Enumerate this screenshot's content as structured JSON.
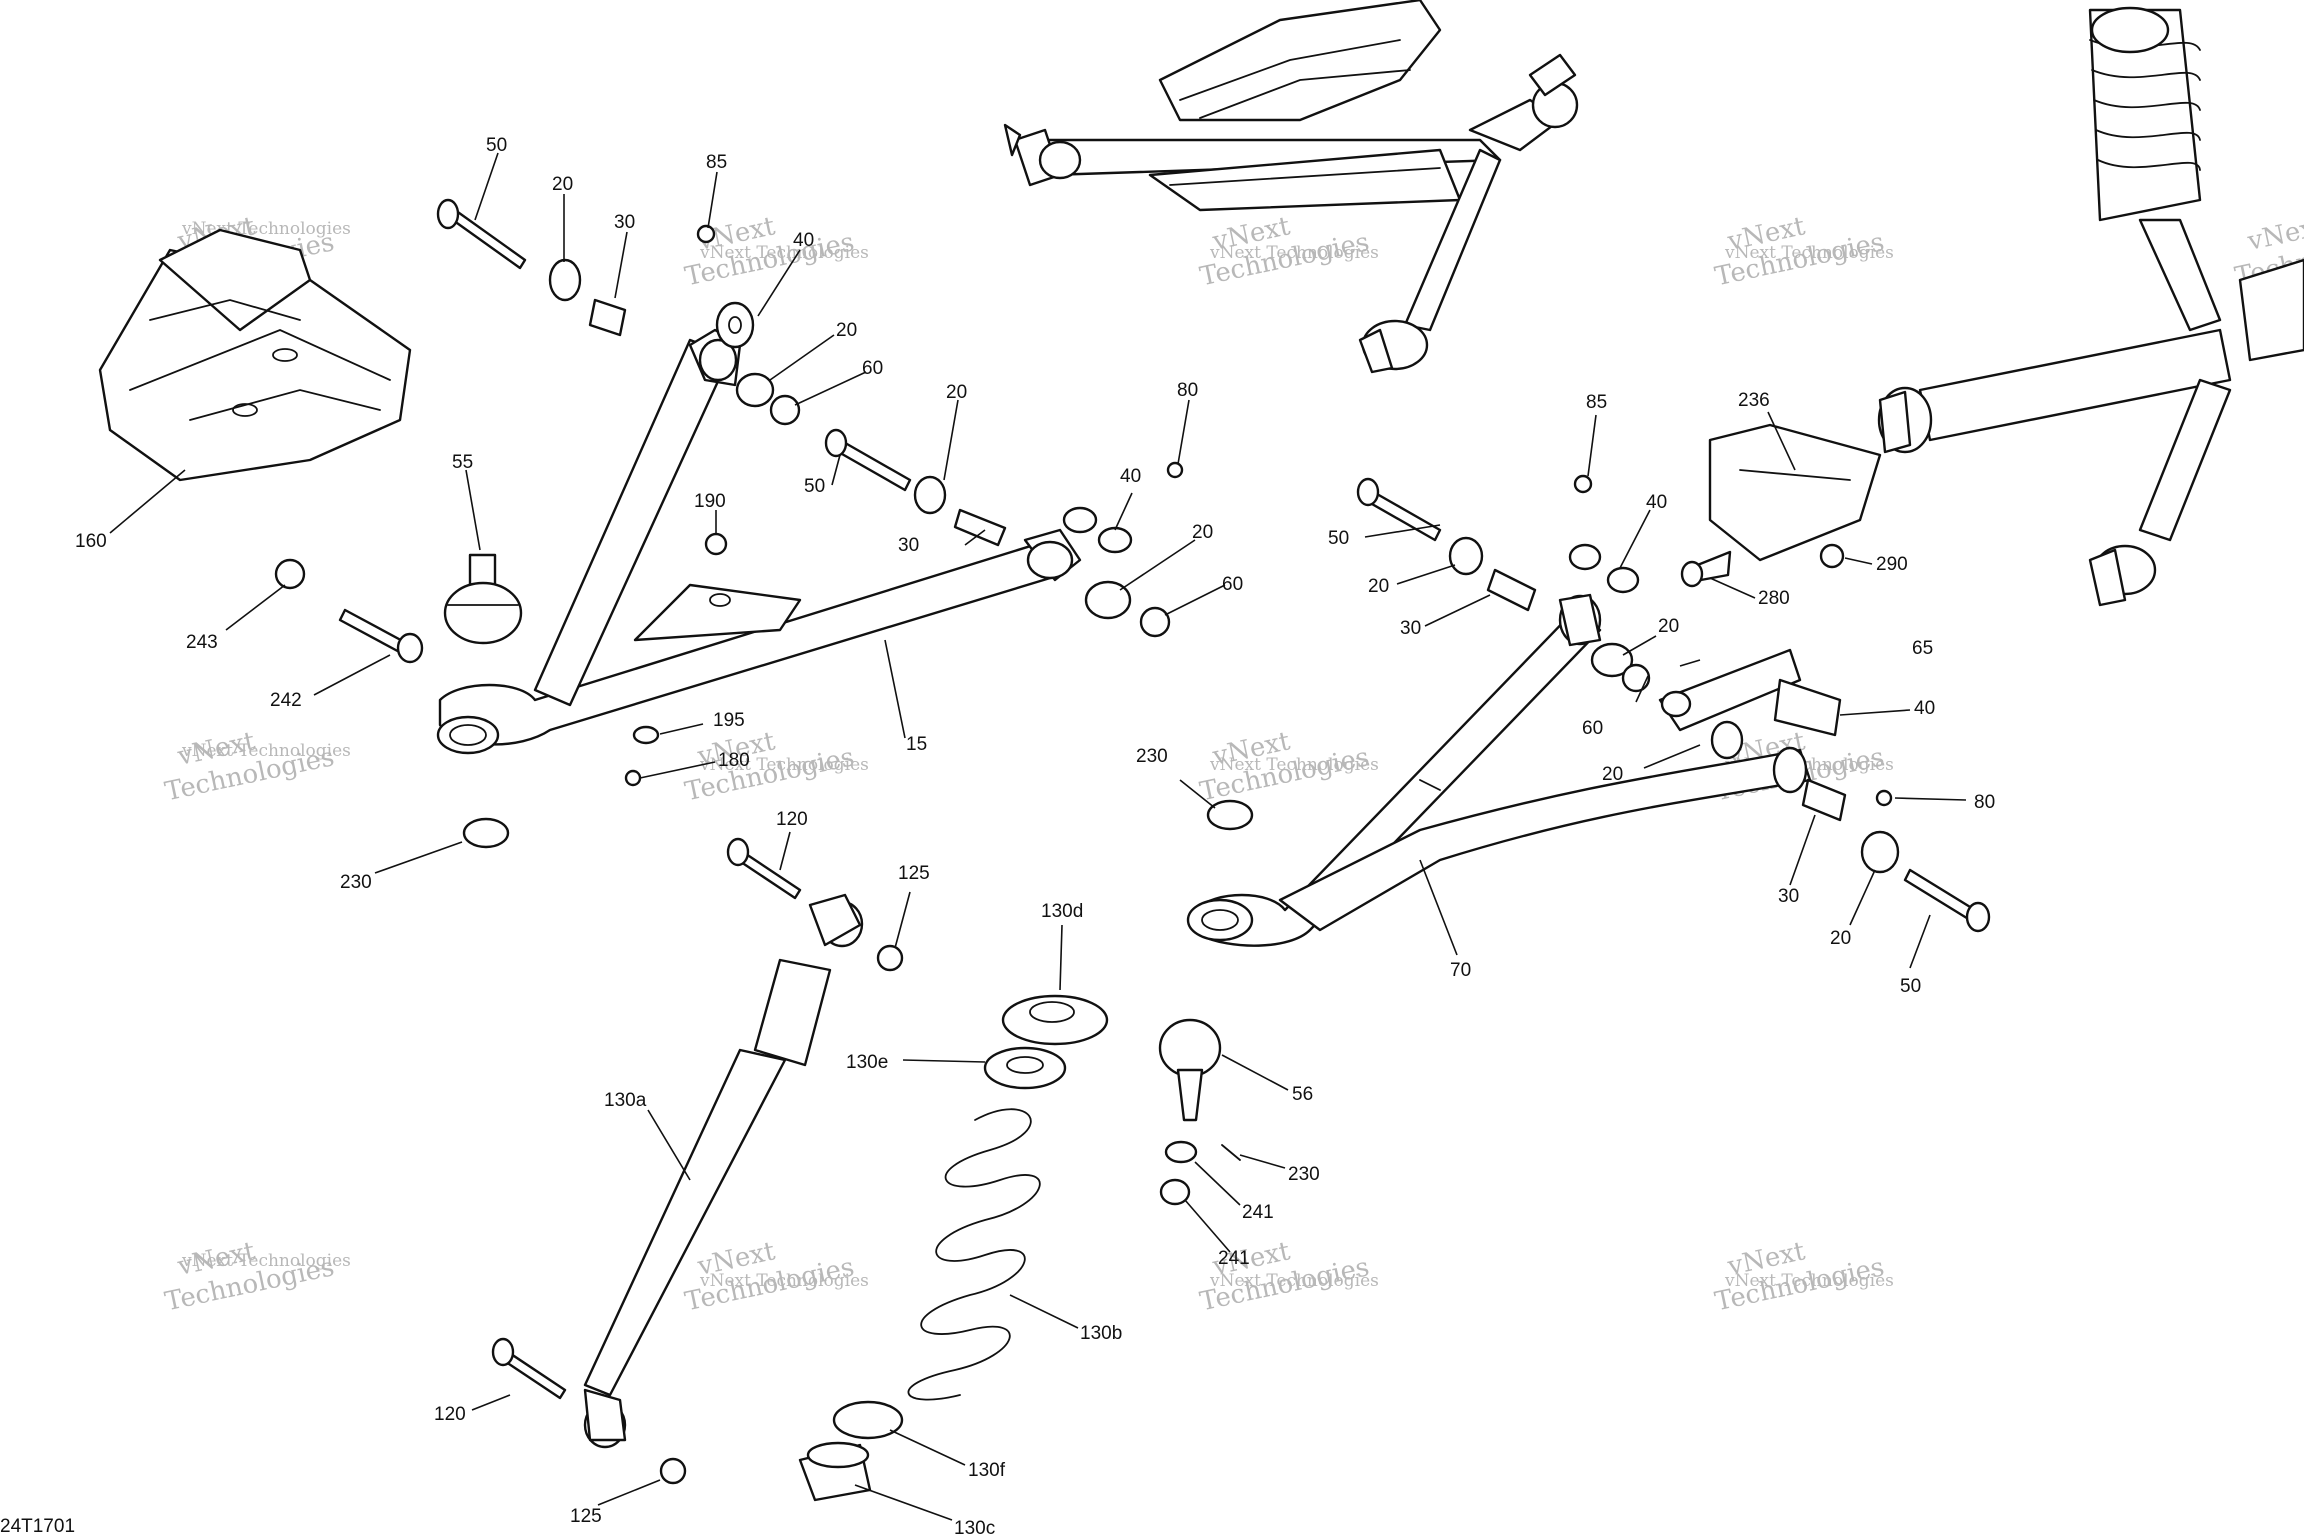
{
  "diagram_code": "24T1701",
  "watermark": {
    "line1": "vNext",
    "line2": "Technologies",
    "full": "vNext Technologies"
  },
  "callouts": {
    "c50a": "50",
    "c20a": "20",
    "c30a": "30",
    "c85a": "85",
    "c40a": "40",
    "c20b": "20",
    "c60a": "60",
    "c160": "160",
    "c55": "55",
    "c20c": "20",
    "c80a": "80",
    "c50b": "50",
    "c40b": "40",
    "c190": "190",
    "c30b": "30",
    "c20d": "20",
    "c60b": "60",
    "c243": "243",
    "c242": "242",
    "c15": "15",
    "c195": "195",
    "c180": "180",
    "c230a": "230",
    "c120a": "120",
    "c125a": "125",
    "c130d": "130d",
    "c130e": "130e",
    "c130a": "130a",
    "c130b": "130b",
    "c130f": "130f",
    "c130c": "130c",
    "c120b": "120",
    "c125b": "125",
    "c56": "56",
    "c230b": "230",
    "c241a": "241",
    "c241b": "241",
    "c85b": "85",
    "c236": "236",
    "c50c": "50",
    "c40c": "40",
    "c280": "280",
    "c290": "290",
    "c20e": "20",
    "c30c": "30",
    "c20f": "20",
    "c65": "65",
    "c60c": "60",
    "c40d": "40",
    "c20g": "20",
    "c230c": "230",
    "c80b": "80",
    "c30d": "30",
    "c20h": "20",
    "c50d": "50",
    "c70": "70"
  }
}
